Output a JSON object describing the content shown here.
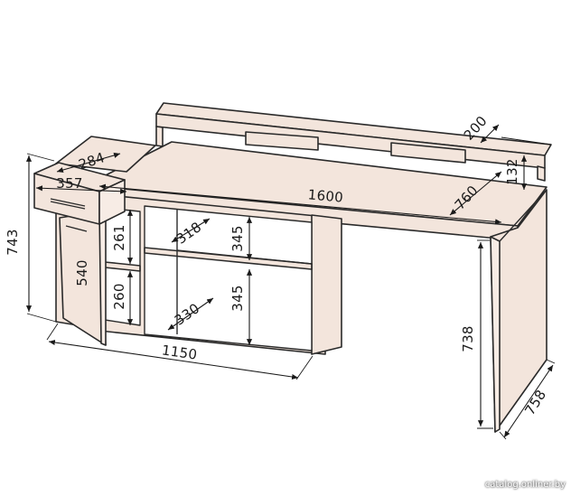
{
  "dimensions": {
    "total_height": "743",
    "shelf_depth_top": "284",
    "drawer_width": "357",
    "desk_width": "1600",
    "riser_depth": "200",
    "riser_height": "132",
    "desk_depth": "760",
    "drawer_gap_upper": "261",
    "drawer_gap_lower": "260",
    "door_height": "540",
    "shelf_depth_mid": "318",
    "shelf_height_upper": "345",
    "shelf_depth_low": "330",
    "shelf_height_lower": "345",
    "cabinet_width": "1150",
    "leg_height": "738",
    "leg_depth": "758"
  },
  "watermark": "catalog.onliner.by"
}
